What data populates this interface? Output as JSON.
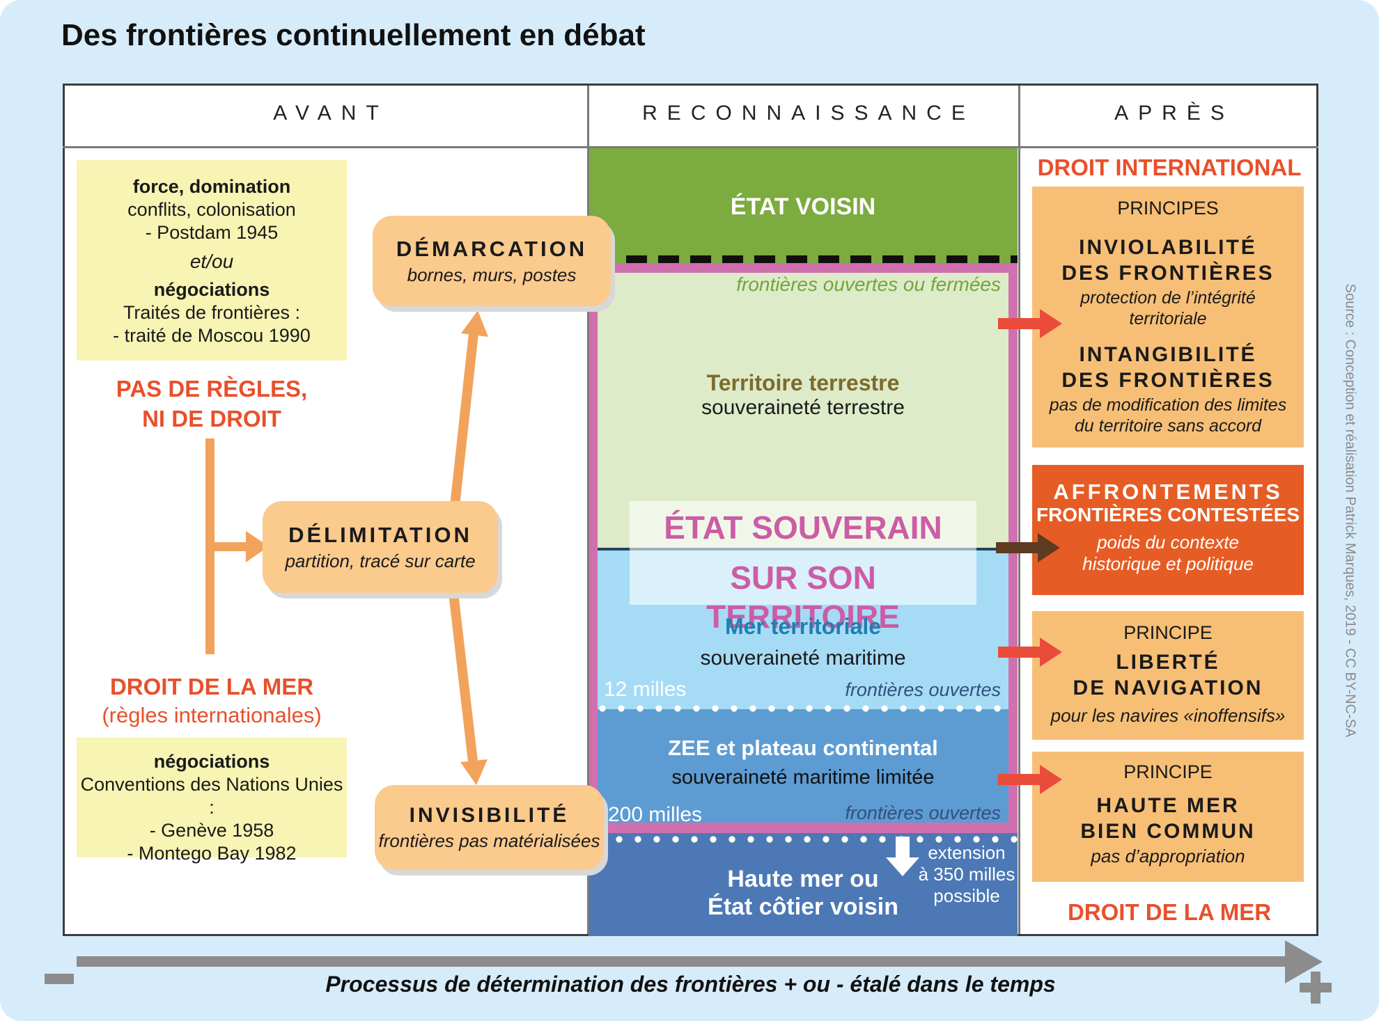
{
  "title": "Des frontières continuellement en débat",
  "headers": {
    "avant": "AVANT",
    "reconnaissance": "RECONNAISSANCE",
    "apres": "APRÈS"
  },
  "avant": {
    "force_box": {
      "l1": "force, domination",
      "l2": "conflits, colonisation",
      "l3": "- Postdam 1945",
      "l4": "et/ou",
      "l5": "négociations",
      "l6": "Traités de frontières :",
      "l7": "- traité de Moscou 1990"
    },
    "no_rules_l1": "PAS DE RÈGLES,",
    "no_rules_l2": "NI DE DROIT",
    "sea_law_l1": "DROIT DE LA MER",
    "sea_law_l2": "(règles internationales)",
    "un_box": {
      "l1": "négociations",
      "l2": "Conventions des Nations Unies :",
      "l3": "- Genève 1958",
      "l4": "- Montego Bay 1982"
    },
    "demarcation_title": "DÉMARCATION",
    "demarcation_sub": "bornes, murs, postes",
    "delimitation_title": "DÉLIMITATION",
    "delimitation_sub": "partition, tracé sur carte",
    "invisibilite_title": "INVISIBILITÉ",
    "invisibilite_sub": "frontières pas matérialisées"
  },
  "map": {
    "etat_voisin": "ÉTAT VOISIN",
    "frontieres_haut": "frontières ouvertes ou fermées",
    "territoire_titre": "Territoire terrestre",
    "territoire_sous": "souveraineté terrestre",
    "souverain_l1": "ÉTAT SOUVERAIN",
    "souverain_l2": "SUR SON TERRITOIRE",
    "mer_titre": "Mer territoriale",
    "mer_sous": "souveraineté maritime",
    "limite_12": "12 milles",
    "frontieres_ouvertes_1": "frontières ouvertes",
    "zee_titre": "ZEE et plateau continental",
    "zee_sous": "souveraineté maritime limitée",
    "limite_200": "200 milles",
    "frontieres_ouvertes_2": "frontières ouvertes",
    "haute_mer_l1": "Haute mer ou",
    "haute_mer_l2": "État côtier voisin",
    "extension_l1": "extension",
    "extension_l2": "à 350 milles",
    "extension_l3": "possible"
  },
  "apres": {
    "droit_international": "DROIT INTERNATIONAL",
    "principes": {
      "label": "PRINCIPES",
      "inviolabilite_l1": "INVIOLABILITÉ",
      "inviolabilite_l2": "DES FRONTIÈRES",
      "inviolabilite_sub1": "protection de l’intégrité",
      "inviolabilite_sub2": "territoriale",
      "intangibilite_l1": "INTANGIBILITÉ",
      "intangibilite_l2": "DES FRONTIÈRES",
      "intangibilite_sub1": "pas de modification des limites",
      "intangibilite_sub2": "du territoire sans accord"
    },
    "affrontements": {
      "l1": "AFFRONTEMENTS",
      "l2": "FRONTIÈRES CONTESTÉES",
      "sub1": "poids du contexte",
      "sub2": "historique et politique"
    },
    "navigation": {
      "label": "PRINCIPE",
      "l1": "LIBERTÉ",
      "l2": "DE NAVIGATION",
      "sub": "pour les navires «inoffensifs»"
    },
    "haute_mer": {
      "label": "PRINCIPE",
      "l1": "HAUTE MER",
      "l2": "BIEN COMMUN",
      "sub": "pas d’appropriation"
    },
    "droit_mer": "DROIT DE LA MER"
  },
  "timeline_label": "Processus de détermination des frontières + ou - étalé dans le temps",
  "source": "Source : Conception et réalisation Patrick Marques, 2019 - CC BY-NC-SA",
  "colors": {
    "fond": "#D7ECFA",
    "jaune": "#F8F4B3",
    "orange_boite": "#FBCA8D",
    "orange_fleche": "#F1A35C",
    "rouge_texte": "#E8502B",
    "vert_voisin": "#7CAB40",
    "vert_pale": "#DEEBC9",
    "rose": "#D170AE",
    "bleu_pale": "#A6DBF6",
    "bleu_moyen": "#5D9BD3",
    "bleu_fonce": "#4C78B5",
    "orange_apres": "#F7BF76",
    "orange_vif": "#E55D25",
    "fleche_rouge": "#E94C3B",
    "fleche_brune": "#5E3B20"
  }
}
